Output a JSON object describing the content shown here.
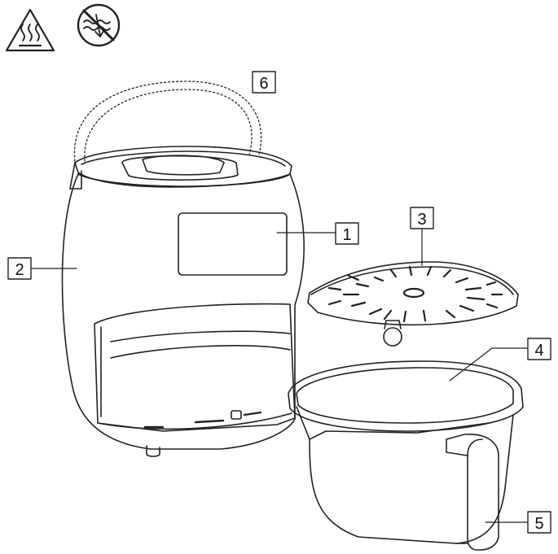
{
  "warning_icons": [
    {
      "name": "hot-surface-warning-icon"
    },
    {
      "name": "no-water-immersion-icon"
    }
  ],
  "callouts": [
    {
      "id": "1",
      "label": "1"
    },
    {
      "id": "2",
      "label": "2"
    },
    {
      "id": "3",
      "label": "3"
    },
    {
      "id": "4",
      "label": "4"
    },
    {
      "id": "5",
      "label": "5"
    },
    {
      "id": "6",
      "label": "6"
    }
  ],
  "colors": {
    "line": "#222222",
    "background": "#ffffff"
  }
}
